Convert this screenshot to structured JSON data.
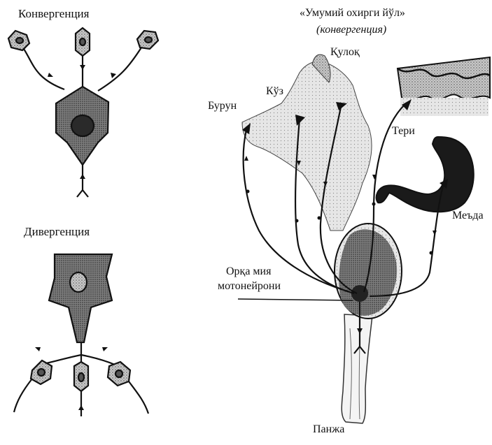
{
  "convergence": {
    "title": "Конвергенция"
  },
  "divergence": {
    "title": "Дивергенция"
  },
  "pathway": {
    "title": "«Умумий охирги йўл»",
    "subtitle": "(конвергенция)",
    "labels": {
      "ear": "Қулоқ",
      "eye": "Кўз",
      "nose": "Бурун",
      "skin": "Тери",
      "stomach": "Меъда",
      "motoneuron_line1": "Орқа мия",
      "motoneuron_line2": "мотонейрони",
      "paw": "Панжа"
    }
  },
  "colors": {
    "ink": "#111111",
    "cell_fill": "#8c8c8c",
    "nucleus": "#3a3a3a",
    "tissue": "#bdbdbd",
    "paper": "#ffffff"
  }
}
